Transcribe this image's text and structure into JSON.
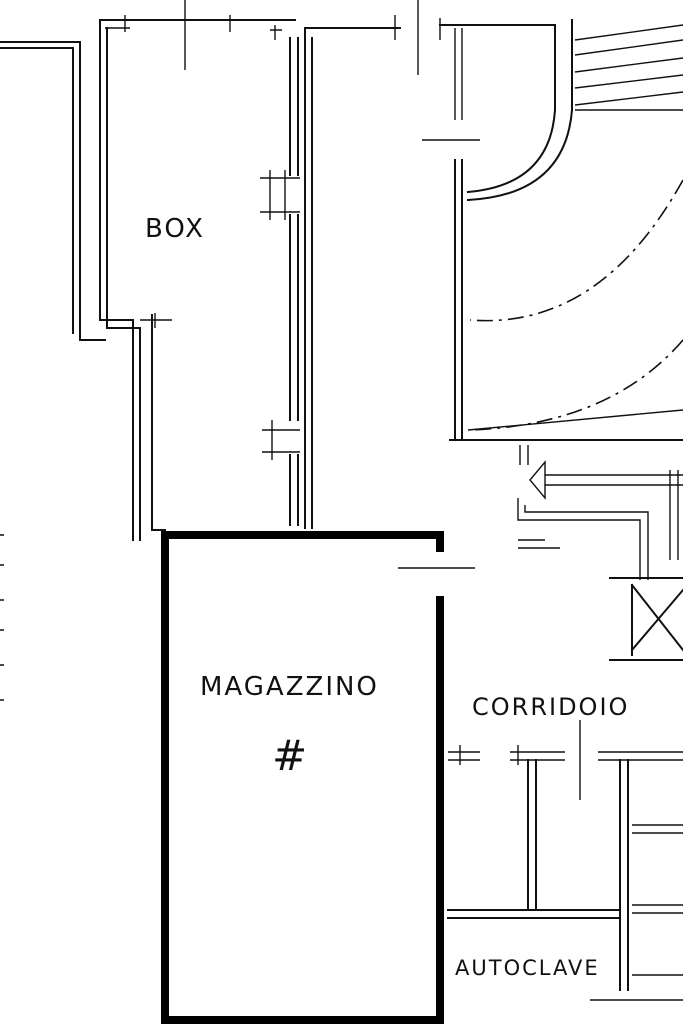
{
  "rooms": {
    "box": "BOX",
    "magazzino": "MAGAZZINO",
    "corridoio": "CORRIDOIO",
    "autoclave": "AUTOCLAVE"
  },
  "symbols": {
    "level_mark": "#"
  },
  "colors": {
    "line": "#111111",
    "highlight_wall": "#000000",
    "paper": "#ffffff"
  }
}
